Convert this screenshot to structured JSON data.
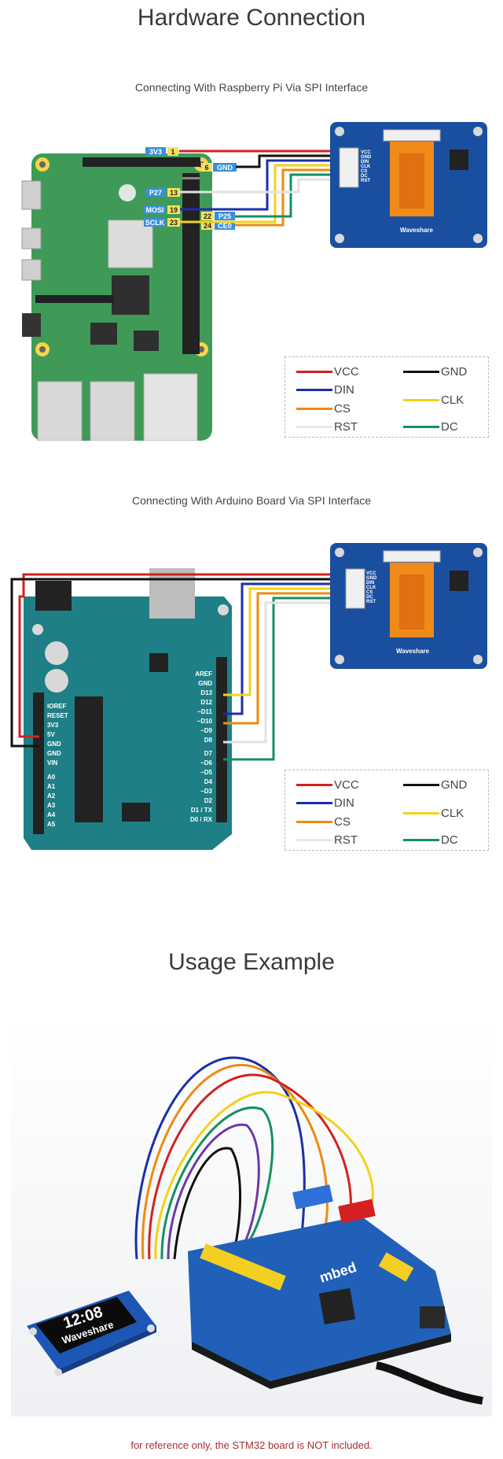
{
  "hardware": {
    "title": "Hardware Connection",
    "rpi_subtitle": "Connecting With Raspberry Pi Via SPI Interface",
    "arduino_subtitle": "Connecting With Arduino Board Via SPI Interface"
  },
  "usage": {
    "title": "Usage Example",
    "caption": "for reference only, the STM32 board is NOT included.",
    "screen_time": "12:08",
    "screen_brand": "Waveshare",
    "board_brand": "mbed"
  },
  "module": {
    "brand": "Waveshare",
    "pins": [
      "VCC",
      "GND",
      "DIN",
      "CLK",
      "CS",
      "DC",
      "RST"
    ]
  },
  "rpi_pins": {
    "p1": "1",
    "p3v3": "3V3",
    "p6": "6",
    "pgnd": "GND",
    "p13": "13",
    "pp27": "P27",
    "p19": "19",
    "pmosi": "MOSI",
    "p23": "23",
    "psclk": "SCLK",
    "p22": "22",
    "pp25": "P25",
    "p24": "24",
    "pce0": "CE0"
  },
  "arduino_pins": {
    "aref": "AREF",
    "gnd": "GND",
    "d13": "D13",
    "d12": "D12",
    "d11": "~D11",
    "d10": "~D10",
    "d9": "~D9",
    "d8": "D8",
    "d7": "D7",
    "d6": "~D6",
    "d5": "~D5",
    "d4": "D4",
    "d3": "~D3",
    "d2": "D2",
    "d1": "D1 / TX",
    "d0": "D0 / RX",
    "ioref": "IOREF",
    "reset": "RESET",
    "v33": "3V3",
    "v5": "5V",
    "gnd1": "GND",
    "gnd2": "GND",
    "vin": "VIN",
    "a0": "A0",
    "a1": "A1",
    "a2": "A2",
    "a3": "A3",
    "a4": "A4",
    "a5": "A5"
  },
  "legend": {
    "vcc": "VCC",
    "gnd": "GND",
    "din": "DIN",
    "clk": "CLK",
    "cs": "CS",
    "rst": "RST",
    "dc": "DC"
  },
  "colors": {
    "vcc": "#d42020",
    "gnd": "#111111",
    "din": "#1a2fa8",
    "clk": "#f2d21a",
    "cs": "#ef8a12",
    "rst": "#e6e6e6",
    "dc": "#159060",
    "rpi_board": "#3f9a58",
    "arduino_board": "#1f7f86",
    "module_board": "#1a4fa0"
  }
}
